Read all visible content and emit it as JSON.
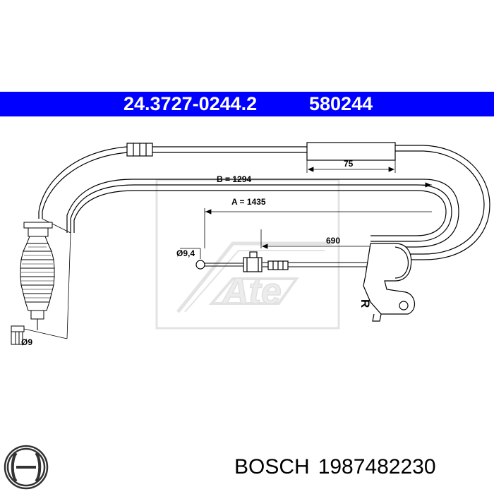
{
  "header": {
    "part_number": "24.3727-0244.2",
    "ref_number": "580244"
  },
  "dimensions": {
    "b_label": "B = 1294",
    "a_label": "A = 1435",
    "len_75": "75",
    "len_690": "690",
    "dia_94": "Ø9,4",
    "dia_9": "Ø9",
    "side_mark": "R"
  },
  "footer": {
    "brand": "BOSCH",
    "part_number": "1987482230"
  },
  "colors": {
    "header_bg": "#0000ff",
    "header_text": "#ffffff",
    "line": "#000000",
    "watermark": "#e6e6e6"
  },
  "icons": {
    "bosch_logo": "bosch-armature-logo",
    "ate_watermark": "ate-logo-watermark"
  }
}
